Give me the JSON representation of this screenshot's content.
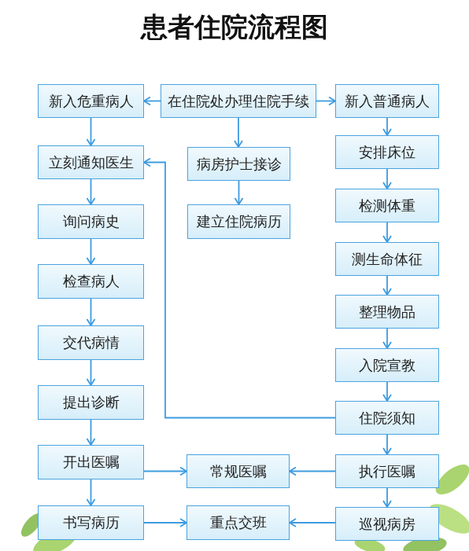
{
  "diagram": {
    "title": "患者住院流程图",
    "nodes": [
      {
        "text": [
          "新入危重病人"
        ]
      },
      {
        "text": [
          "在住院处办理住院手续"
        ]
      },
      {
        "text": [
          "新入普通病人"
        ]
      },
      {
        "text": [
          "立刻通知医生"
        ]
      },
      {
        "text": [
          "病房护士接诊"
        ]
      },
      {
        "text": [
          "安排床位"
        ]
      },
      {
        "text": [
          "建立住院病历"
        ]
      },
      {
        "text": [
          "检测体重"
        ]
      },
      {
        "text": [
          "询问病史"
        ]
      },
      {
        "text": [
          "测生命体征"
        ]
      },
      {
        "text": [
          "检查病人"
        ]
      },
      {
        "text": [
          "整理物品"
        ]
      },
      {
        "text": [
          "交代病情"
        ]
      },
      {
        "text": [
          "入院宣教"
        ]
      },
      {
        "text": [
          "提出诊断"
        ]
      },
      {
        "text": [
          "住院须知"
        ]
      },
      {
        "text": [
          "开出医嘱"
        ]
      },
      {
        "text": [
          "常规医嘱"
        ]
      },
      {
        "text": [
          "执行医嘱"
        ]
      },
      {
        "text": [
          "书写病历"
        ]
      },
      {
        "text": [
          "重点交班"
        ]
      },
      {
        "text": [
          "巡视病房"
        ]
      }
    ],
    "edges": [
      {
        "from": 1,
        "to": 0,
        "arrow": "to"
      },
      {
        "from": 1,
        "to": 2,
        "arrow": "to"
      },
      {
        "from": 1,
        "to": 4,
        "arrow": "to"
      },
      {
        "from": 4,
        "to": 6,
        "arrow": "to"
      },
      {
        "from": 0,
        "to": 3,
        "arrow": "to"
      },
      {
        "from": 3,
        "to": 8,
        "arrow": "to"
      },
      {
        "from": 8,
        "to": 10,
        "arrow": "to"
      },
      {
        "from": 10,
        "to": 12,
        "arrow": "to"
      },
      {
        "from": 12,
        "to": 14,
        "arrow": "to"
      },
      {
        "from": 14,
        "to": 16,
        "arrow": "to"
      },
      {
        "from": 16,
        "to": 19,
        "arrow": "to"
      },
      {
        "from": 2,
        "to": 5,
        "arrow": "to"
      },
      {
        "from": 5,
        "to": 7,
        "arrow": "to"
      },
      {
        "from": 7,
        "to": 9,
        "arrow": "to"
      },
      {
        "from": 9,
        "to": 11,
        "arrow": "to"
      },
      {
        "from": 11,
        "to": 13,
        "arrow": "to"
      },
      {
        "from": 13,
        "to": 15,
        "arrow": "to"
      },
      {
        "from": 15,
        "to": 18,
        "arrow": "to"
      },
      {
        "from": 18,
        "to": 21,
        "arrow": "to"
      },
      {
        "from": 15,
        "to": 3,
        "arrow": "to"
      },
      {
        "from": 16,
        "to": 17,
        "arrow": "to"
      },
      {
        "from": 18,
        "to": 17,
        "arrow": "to"
      },
      {
        "from": 19,
        "to": 20,
        "arrow": "to"
      },
      {
        "from": 21,
        "to": 20,
        "arrow": "to"
      }
    ]
  }
}
